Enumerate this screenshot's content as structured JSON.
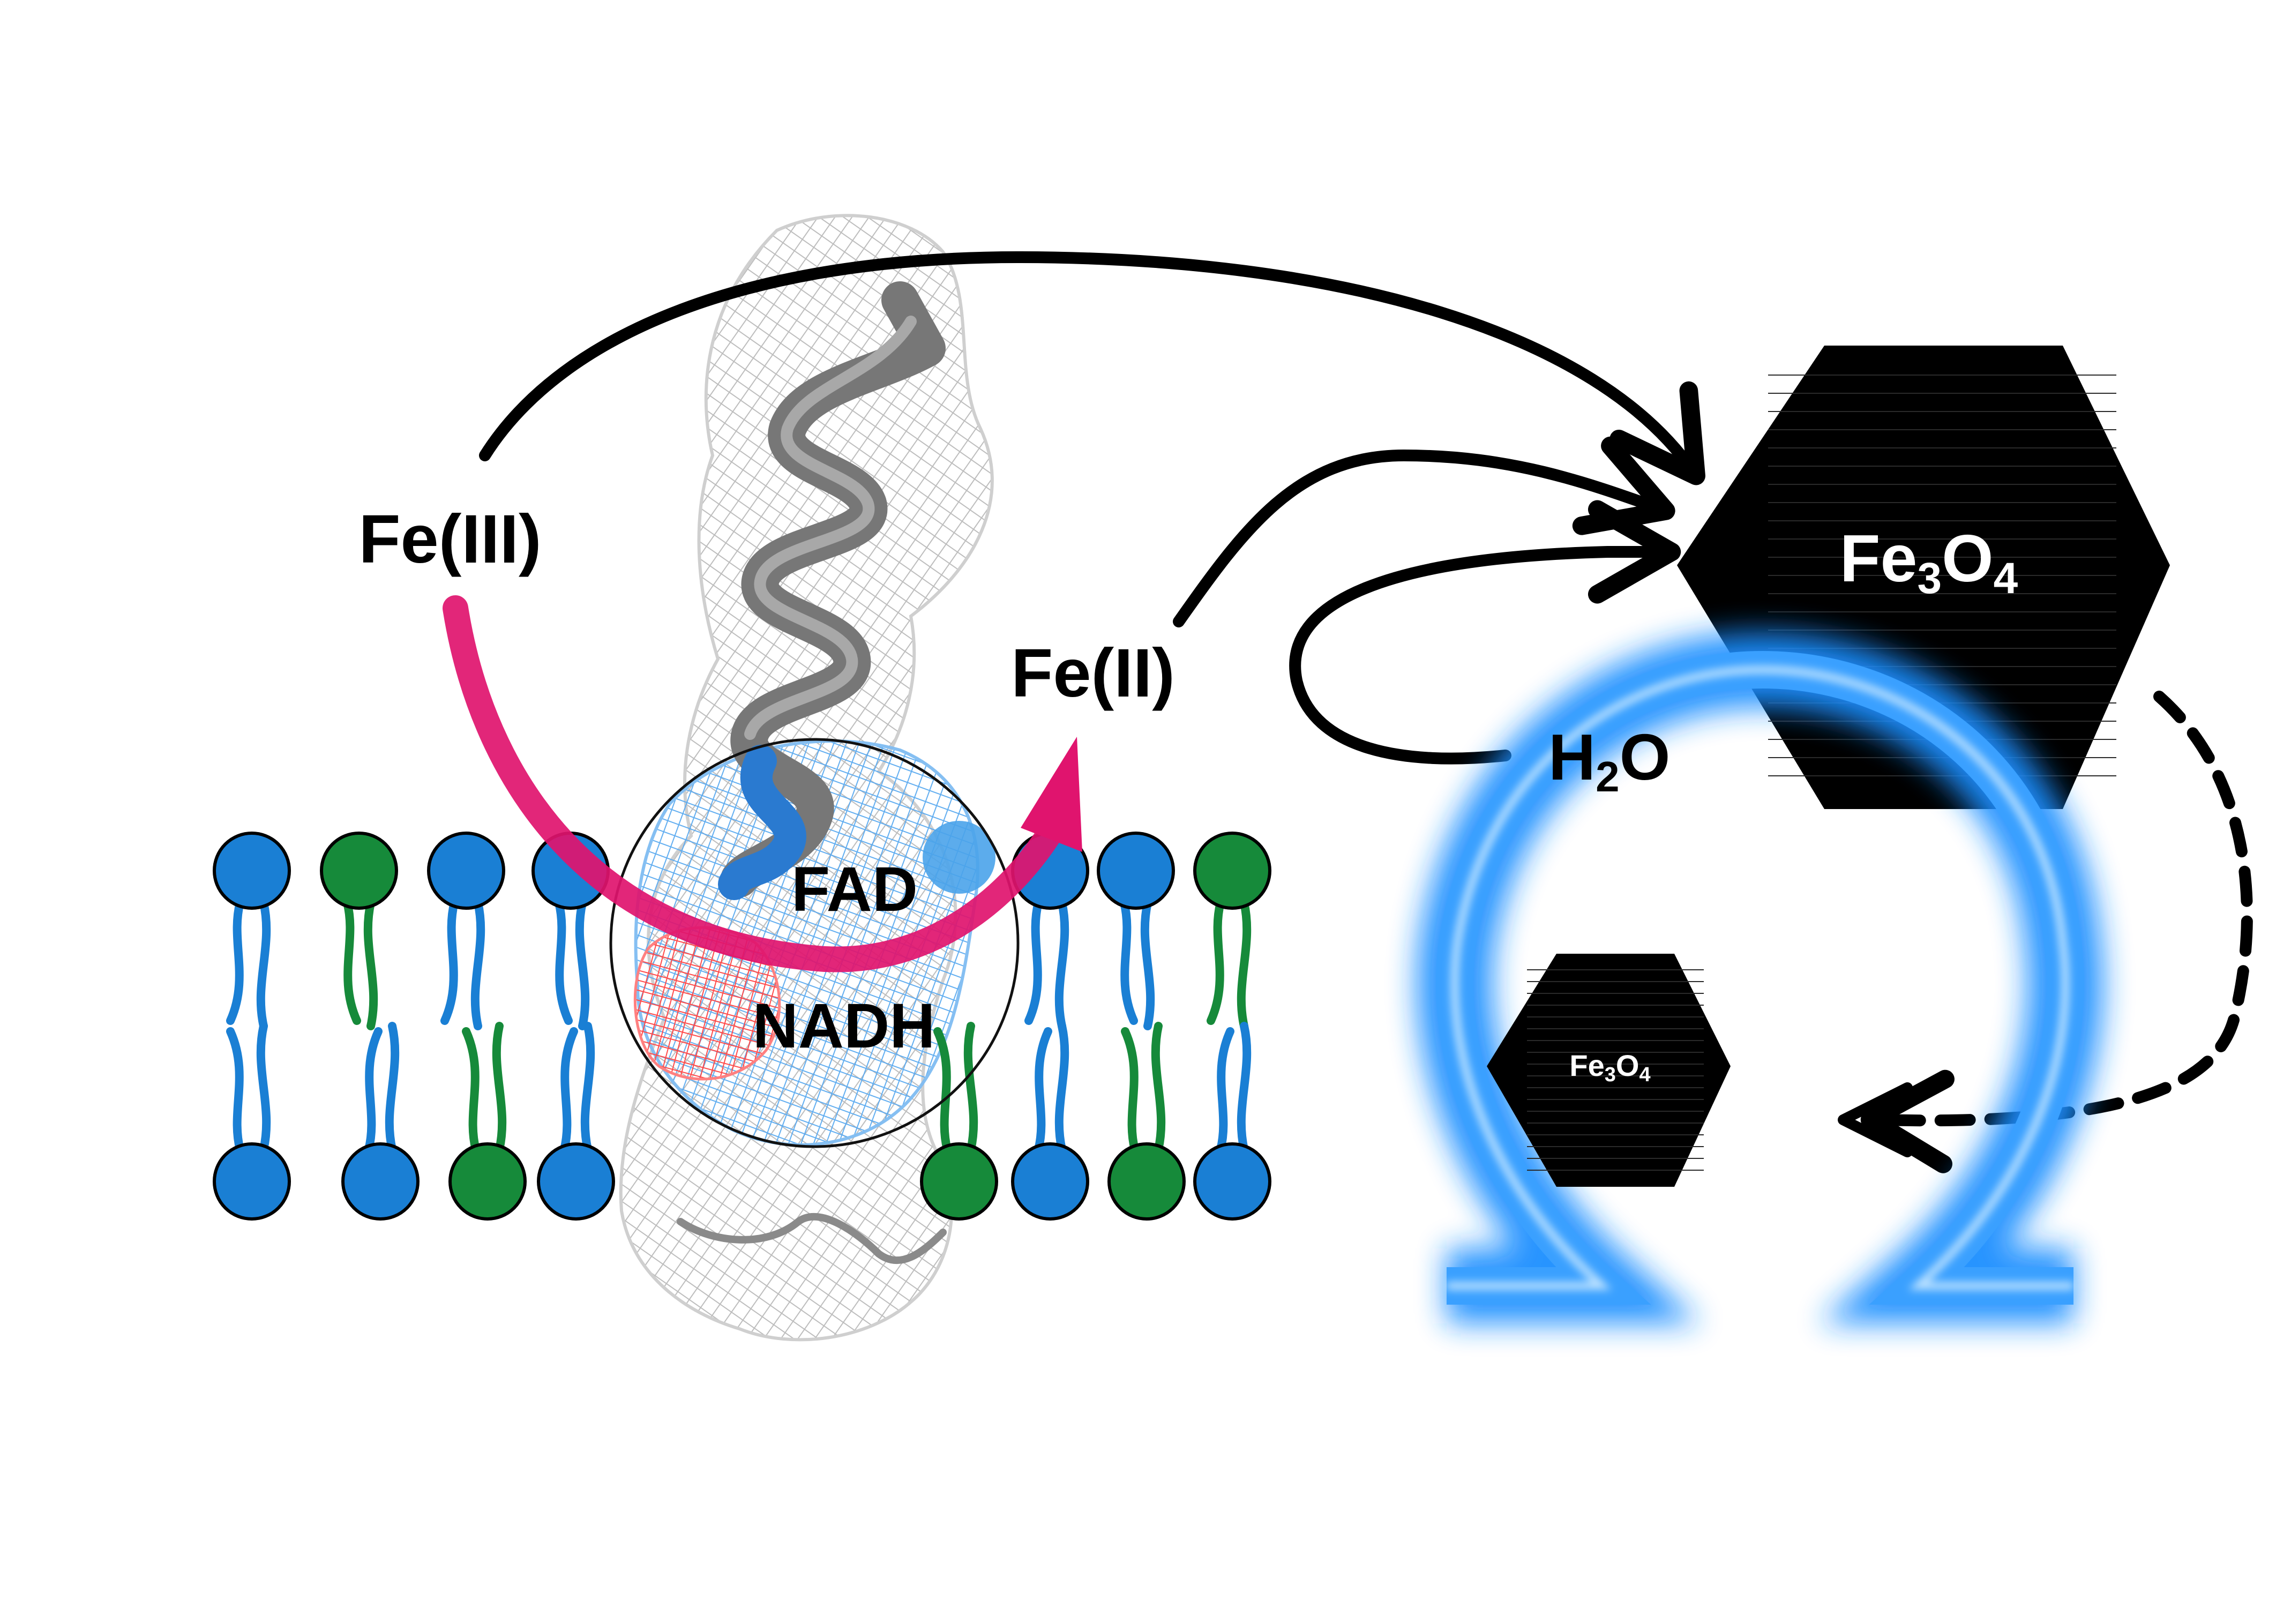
{
  "labels": {
    "fe3": "Fe(III)",
    "fe2": "Fe(II)",
    "fad": "FAD",
    "nadh": "NADH",
    "water": {
      "base": "H",
      "sub": "2",
      "tail": "O"
    },
    "magnetite": {
      "a": "Fe",
      "b": "3",
      "c": "O",
      "d": "4"
    }
  },
  "colors": {
    "black": "#000000",
    "pink_arrow": "#e0146e",
    "lipid_blue": "#1a7fd4",
    "lipid_green": "#168a3a",
    "glow_blue": "#1e8fff",
    "mesh_gray": "#b5b5b5",
    "mesh_blue": "#5aaaf0",
    "mesh_red": "#ff4a4a"
  },
  "icons": {
    "magnetite_crystal": "hexagon",
    "magnetosome": "omega-membrane"
  }
}
